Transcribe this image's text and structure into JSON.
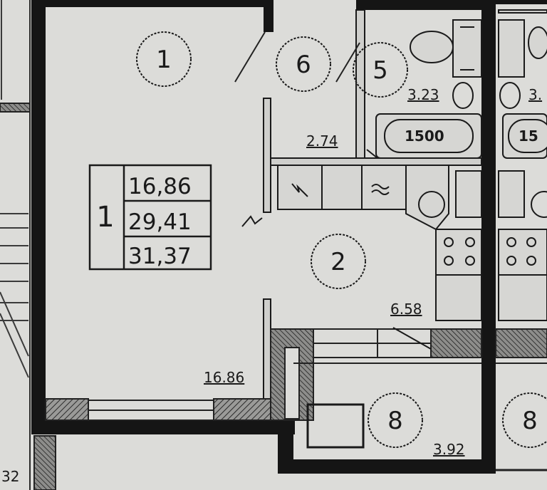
{
  "plan": {
    "room_numbers": [
      "1",
      "6",
      "5",
      "2",
      "8",
      "8"
    ],
    "area_labels": [
      "3.23",
      "3.",
      "2.74",
      "6.58",
      "16.86",
      "3.92",
      "32"
    ],
    "bathtub_labels": [
      "1500",
      "15"
    ],
    "summary": {
      "flat_number": "1",
      "living_area": "16,86",
      "total_area": "29,41",
      "total_area_with_balcony": "31,37"
    }
  }
}
